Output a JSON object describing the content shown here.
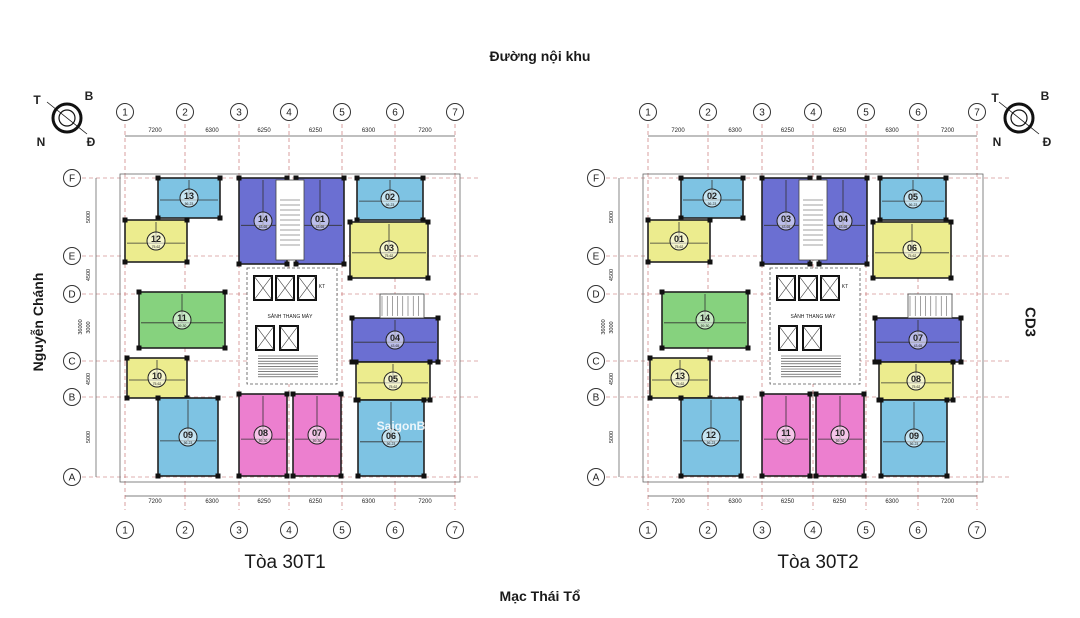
{
  "roads": {
    "top": "Đường nội khu",
    "bottom": "Mạc Thái Tổ",
    "left": "Nguyễn Chánh",
    "right": "CD3"
  },
  "compass_labels": [
    "T",
    "B",
    "N",
    "Đ"
  ],
  "axis_cols": [
    "1",
    "2",
    "3",
    "4",
    "5",
    "6",
    "7"
  ],
  "axis_rows": [
    "F",
    "E",
    "D",
    "C",
    "B",
    "A"
  ],
  "dim_cols": [
    "7200",
    "6300",
    "6250",
    "6250",
    "6300",
    "7200"
  ],
  "dim_rows": [
    "5000",
    "4500",
    "3000",
    "4500",
    "5000"
  ],
  "dim_total": "36000",
  "core_labels": {
    "hall": "SẢNH THANG MÁY",
    "kt": "KT"
  },
  "watermark": "SaigonBinh",
  "colors": {
    "blue": "#7ec3e3",
    "yellow": "#ecec8e",
    "green": "#86d27e",
    "purple": "#6b6fd2",
    "pink": "#ec7fcf",
    "wall": "#222222",
    "grid": "#c06060"
  },
  "buildings": [
    {
      "name": "Tòa 30T1",
      "units": [
        {
          "num": "13",
          "area": "56,23",
          "color": "blue"
        },
        {
          "num": "12",
          "area": "75,62",
          "color": "yellow"
        },
        {
          "num": "11",
          "area": "59,30",
          "color": "green"
        },
        {
          "num": "10",
          "area": "75,62",
          "color": "yellow"
        },
        {
          "num": "09",
          "area": "56,23",
          "color": "blue"
        },
        {
          "num": "14",
          "area": "43,65",
          "color": "purple"
        },
        {
          "num": "01",
          "area": "43,65",
          "color": "purple"
        },
        {
          "num": "08",
          "area": "59,30",
          "color": "pink"
        },
        {
          "num": "07",
          "area": "59,30",
          "color": "pink"
        },
        {
          "num": "02",
          "area": "56,23",
          "color": "blue"
        },
        {
          "num": "03",
          "area": "75,62",
          "color": "yellow"
        },
        {
          "num": "04",
          "area": "43,65",
          "color": "purple"
        },
        {
          "num": "05",
          "area": "75,62",
          "color": "yellow"
        },
        {
          "num": "06",
          "area": "56,23",
          "color": "blue"
        }
      ]
    },
    {
      "name": "Tòa 30T2",
      "units": [
        {
          "num": "02",
          "area": "56,23",
          "color": "blue"
        },
        {
          "num": "01",
          "area": "75,62",
          "color": "yellow"
        },
        {
          "num": "14",
          "area": "59,30",
          "color": "green"
        },
        {
          "num": "13",
          "area": "75,62",
          "color": "yellow"
        },
        {
          "num": "12",
          "area": "56,23",
          "color": "blue"
        },
        {
          "num": "03",
          "area": "43,65",
          "color": "purple"
        },
        {
          "num": "04",
          "area": "43,65",
          "color": "purple"
        },
        {
          "num": "11",
          "area": "59,30",
          "color": "pink"
        },
        {
          "num": "10",
          "area": "59,30",
          "color": "pink"
        },
        {
          "num": "05",
          "area": "56,23",
          "color": "blue"
        },
        {
          "num": "06",
          "area": "75,62",
          "color": "yellow"
        },
        {
          "num": "07",
          "area": "43,65",
          "color": "purple"
        },
        {
          "num": "08",
          "area": "75,62",
          "color": "yellow"
        },
        {
          "num": "09",
          "area": "56,23",
          "color": "blue"
        }
      ]
    }
  ]
}
